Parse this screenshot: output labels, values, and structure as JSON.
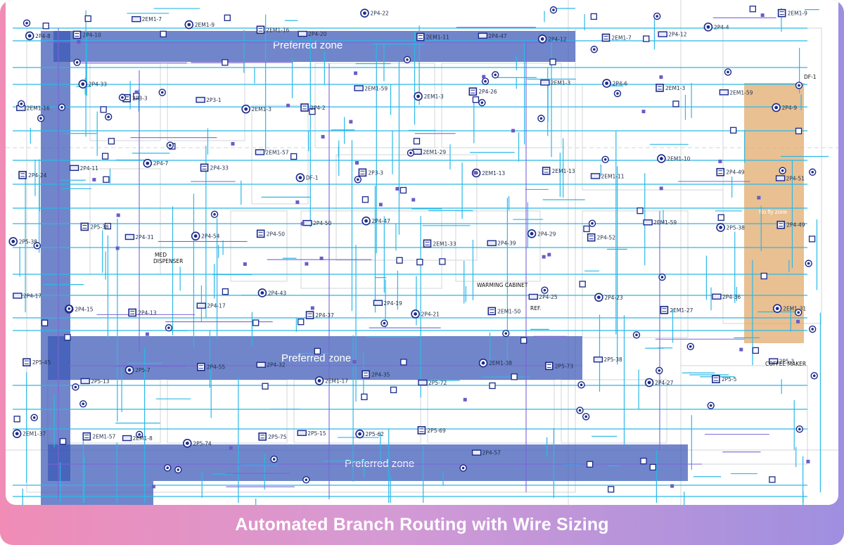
{
  "caption": "Automated Branch Routing with Wire Sizing",
  "zones": {
    "preferred_label": "Preferred zone",
    "no_fly_label": "No fly zone"
  },
  "annotations": {
    "med_dispenser": "MED\nDISPENSER",
    "warming_cabinet": "WARMING CABINET",
    "ref": "REF.",
    "coffee_maker": "COFFEE MAKER",
    "df_label": "DF-1"
  },
  "circuit_labels": [
    "2P4-8",
    "2P4-10",
    "2EM1-7",
    "2EM1-9",
    "2EM1-16",
    "2P4-20",
    "2P4-22",
    "2EM1-11",
    "2P4-47",
    "2P4-12",
    "2EM1-7",
    "2P4-12",
    "2P4-4",
    "2EM1-9",
    "2EM1-16",
    "2P4-33",
    "2P3-3",
    "2P3-1",
    "2EM1-3",
    "2P4-2",
    "2EM1-59",
    "2EM1-3",
    "2P4-26",
    "2EM1-3",
    "2P4-6",
    "2EM1-3",
    "2EM1-59",
    "2P4-9",
    "2P4-24",
    "2P4-11",
    "2P4-7",
    "2P4-33",
    "2EM1-57",
    "DF-1",
    "2P3-3",
    "2EM1-29",
    "2EM1-13",
    "2EM1-13",
    "2EM1-11",
    "2EM1-10",
    "2P4-49",
    "2P4-51",
    "2P5-38",
    "2P5-38",
    "2P4-31",
    "2P4-54",
    "2P4-50",
    "2P4-50",
    "2P4-47",
    "2EM1-33",
    "2P4-39",
    "2P4-29",
    "2P4-52",
    "2EM1-59",
    "2P5-38",
    "2P4-49",
    "2P4-17",
    "2P4-15",
    "2P4-13",
    "2P4-17",
    "2P4-43",
    "2P4-37",
    "2P4-19",
    "2P4-21",
    "2EM1-50",
    "2P4-25",
    "2P4-23",
    "2EM1-27",
    "2P4-36",
    "2EM1-31",
    "2P5-45",
    "2P5-13",
    "2P5-7",
    "2P4-55",
    "2P4-32",
    "2EM1-17",
    "2P4-35",
    "2P5-72",
    "2EM1-38",
    "2P5-73",
    "2P5-38",
    "2P4-27",
    "2P5-5",
    "2P5-3",
    "2EM1-37",
    "2EM1-57",
    "2EM1-8",
    "2P5-74",
    "2P5-75",
    "2P5-15",
    "2P5-62",
    "2P5-69",
    "2P4-57"
  ]
}
